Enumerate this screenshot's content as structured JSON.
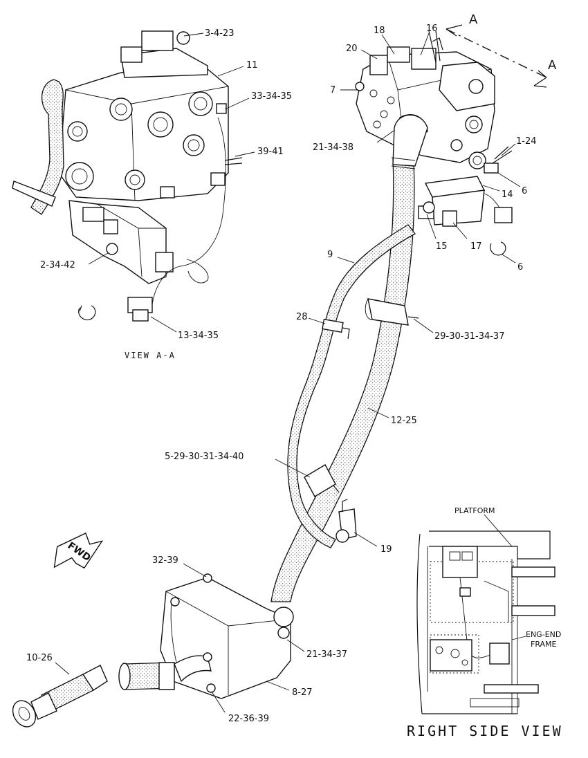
{
  "labels": {
    "top_left": [
      "3-4-23",
      "11",
      "33-34-35",
      "39-41",
      "2-34-42",
      "13-34-35"
    ],
    "top_right": [
      "A",
      "A",
      "16",
      "18",
      "20",
      "7",
      "21-34-38",
      "1-24",
      "6",
      "14",
      "15",
      "17",
      "6"
    ],
    "middle": [
      "9",
      "28",
      "29-30-31-34-37",
      "12-25",
      "5-29-30-31-34-40",
      "19"
    ],
    "bottom": [
      "32-39",
      "21-34-37",
      "10-26",
      "8-27",
      "22-36-39"
    ],
    "inset": [
      "PLATFORM",
      "ENG-END",
      "FRAME"
    ]
  },
  "view_aa_caption": "VIEW A-A",
  "right_side_view_caption": "RIGHT SIDE VIEW",
  "fwd_arrow_text": "FWD",
  "icons": [
    "fwd-arrow-icon",
    "section-arrow-icon"
  ]
}
